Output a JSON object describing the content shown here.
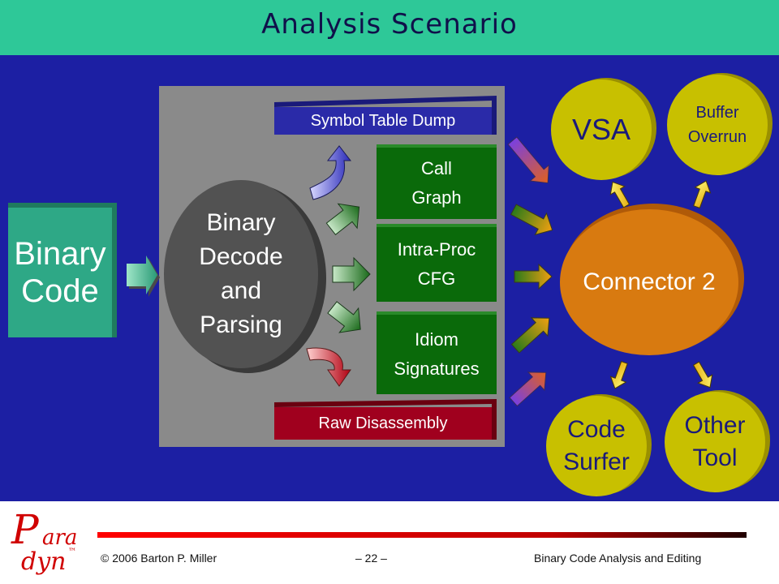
{
  "slide": {
    "title": "Analysis Scenario",
    "binary_code": "Binary\nCode",
    "decoder": "Binary\nDecode\nand\nParsing",
    "outputs": {
      "symbol_table": "Symbol Table Dump",
      "call_graph": "Call\nGraph",
      "cfg": "Intra-Proc\nCFG",
      "idiom": "Idiom\nSignatures",
      "raw": "Raw Disassembly"
    },
    "connector": "Connector 2",
    "tools": {
      "vsa": "VSA",
      "buffer": "Buffer\nOverrun",
      "code_surfer": "Code\nSurfer",
      "other": "Other\nTool"
    }
  },
  "footer": {
    "logo_p": "P",
    "logo_ara": "ara",
    "logo_dy": "dyn",
    "tm": "™",
    "copyright": "© 2006 Barton P. Miller",
    "page": "– 22 –",
    "topic": "Binary Code Analysis and Editing"
  },
  "colors": {
    "background": "#1c1fa3",
    "title_bar": "#2ec898",
    "panel": "#8a8a8a",
    "green_box": "#0a6a0a",
    "blue_box": "#2a2aa8",
    "red_box": "#a0001e",
    "connector": "#d87a10",
    "tool": "#c8c000",
    "binary_code": "#2ea886"
  },
  "icons": [
    "right-arrow-icon",
    "curved-up-arrow-icon",
    "curved-down-arrow-icon",
    "diagonal-arrow-icon",
    "tool-link-arrow-icon"
  ]
}
